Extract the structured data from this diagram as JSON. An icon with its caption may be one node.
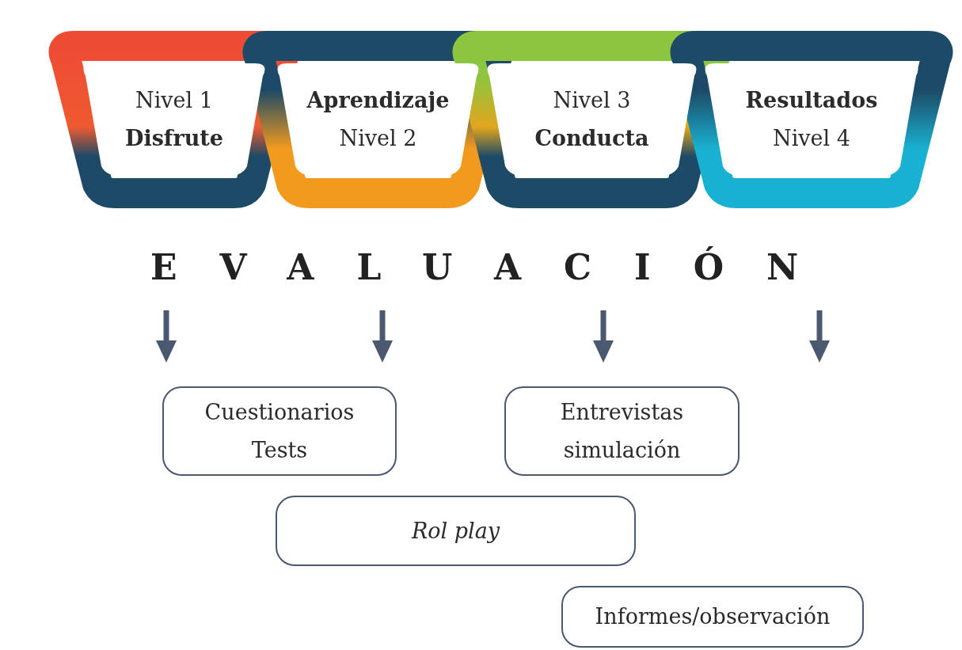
{
  "diagram": {
    "nodes": [
      {
        "text": [
          "Nivel 1",
          "Disfrute"
        ]
      },
      {
        "text": [
          "Aprendizaje",
          "Nivel 2"
        ]
      },
      {
        "text": [
          "Nivel 3",
          "Conducta"
        ]
      },
      {
        "text": [
          "Resultados",
          "Nivel 4"
        ]
      },
      {
        "text": [
          "Cuestionarios",
          "Tests"
        ]
      },
      {
        "text": [
          "Entrevistas",
          "simulación"
        ]
      },
      {
        "text": [
          "Rol play"
        ]
      },
      {
        "text": [
          "Informes/observación"
        ]
      }
    ],
    "labels": [
      "EVALUACIÓN"
    ]
  }
}
